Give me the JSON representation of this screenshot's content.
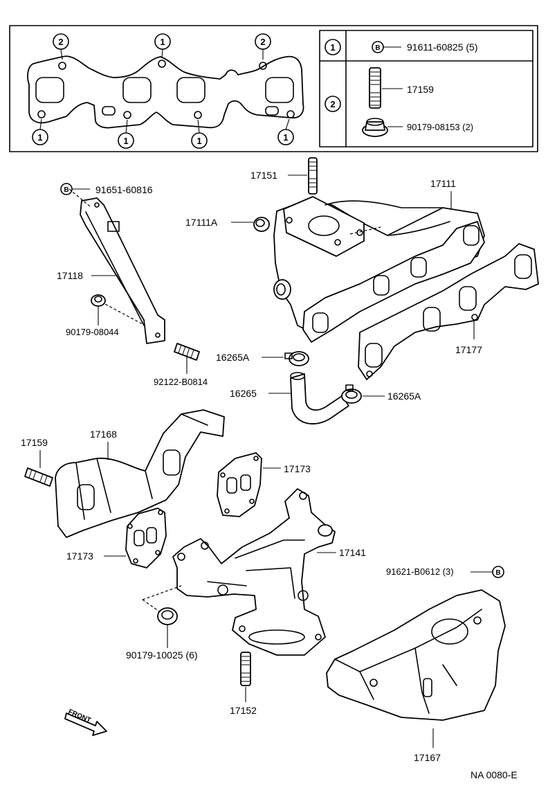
{
  "box": {
    "key1": "1",
    "key2": "2",
    "row1_symbol": "B",
    "row1_part": "91611-60825 (5)",
    "row2_stud": "17159",
    "row2_nut": "90179-08153 (2)",
    "gasket_marks": [
      "2",
      "1",
      "2",
      "1",
      "1",
      "1",
      "1"
    ]
  },
  "labels": {
    "bolt_b_stay": "91651-60816",
    "bolt_b_symbol": "B",
    "stay": "17118",
    "stay_nut": "90179-08044",
    "stud_92122": "92122-B0814",
    "stud_17151": "17151",
    "plug": "17111A",
    "intake_manifold": "17111",
    "gasket_17177": "17177",
    "clamp_left": "16265A",
    "hose": "16265",
    "clamp_right": "16265A",
    "stud_17159": "17159",
    "insulator_17168": "17168",
    "gasket_17173_top": "17173",
    "gasket_17173_left": "17173",
    "exhaust_manifold": "17141",
    "bolt_91621": "91621-B0612 (3)",
    "bolt_91621_symbol": "B",
    "nut_90179": "90179-10025 (6)",
    "stud_17152": "17152",
    "insulator_17167": "17167",
    "front": "FRONT",
    "figure_code": "NA  0080-E"
  }
}
